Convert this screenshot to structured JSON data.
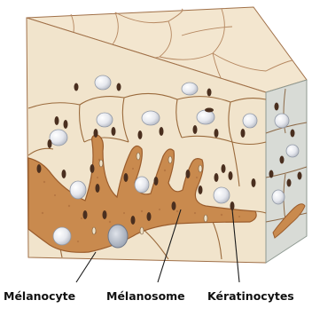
{
  "labels": {
    "melanocyte": "Mélanocyte",
    "melanosome": "Mélanosome",
    "keratinocytes": "Kératinocytes"
  },
  "colors": {
    "cell_fill": "#f1e4cc",
    "cell_fill_light": "#f5ebd7",
    "side_fill": "#d8dbd6",
    "cell_border": "#9a6a3c",
    "melanocyte_fill": "#c98a4e",
    "melanosome": "#4a2f1f",
    "nucleus_fill": "#ececef",
    "label_line": "#1a1a1a"
  }
}
